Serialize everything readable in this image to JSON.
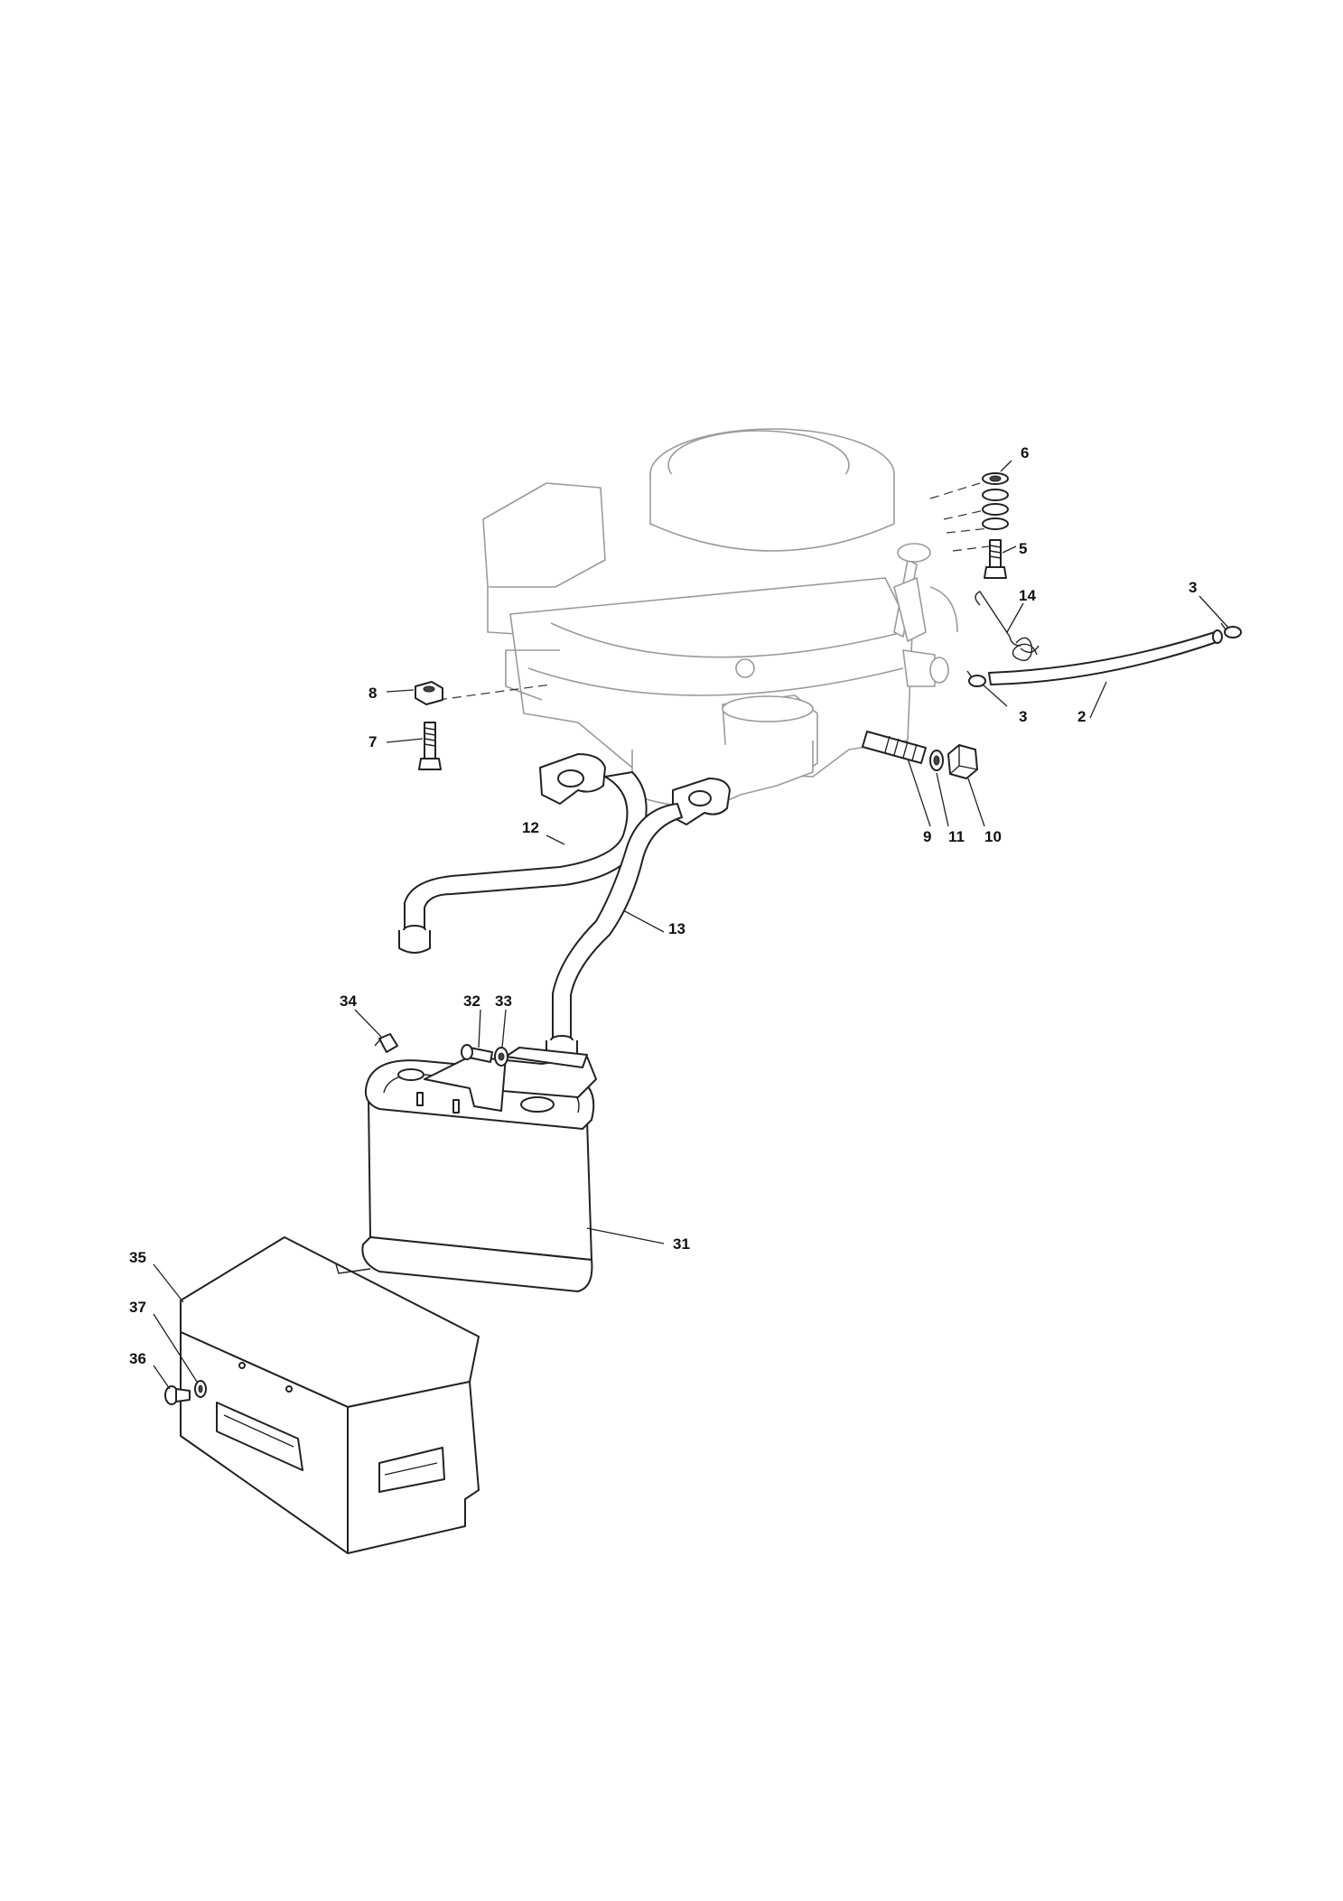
{
  "diagram": {
    "callouts": [
      {
        "id": "c6",
        "label": "6"
      },
      {
        "id": "c5",
        "label": "5"
      },
      {
        "id": "c14",
        "label": "14"
      },
      {
        "id": "c3a",
        "label": "3"
      },
      {
        "id": "c3b",
        "label": "3"
      },
      {
        "id": "c2",
        "label": "2"
      },
      {
        "id": "c8",
        "label": "8"
      },
      {
        "id": "c7",
        "label": "7"
      },
      {
        "id": "c9",
        "label": "9"
      },
      {
        "id": "c11",
        "label": "11"
      },
      {
        "id": "c10",
        "label": "10"
      },
      {
        "id": "c12",
        "label": "12"
      },
      {
        "id": "c13",
        "label": "13"
      },
      {
        "id": "c34",
        "label": "34"
      },
      {
        "id": "c32",
        "label": "32"
      },
      {
        "id": "c33",
        "label": "33"
      },
      {
        "id": "c31",
        "label": "31"
      },
      {
        "id": "c35",
        "label": "35"
      },
      {
        "id": "c37",
        "label": "37"
      },
      {
        "id": "c36",
        "label": "36"
      }
    ]
  }
}
